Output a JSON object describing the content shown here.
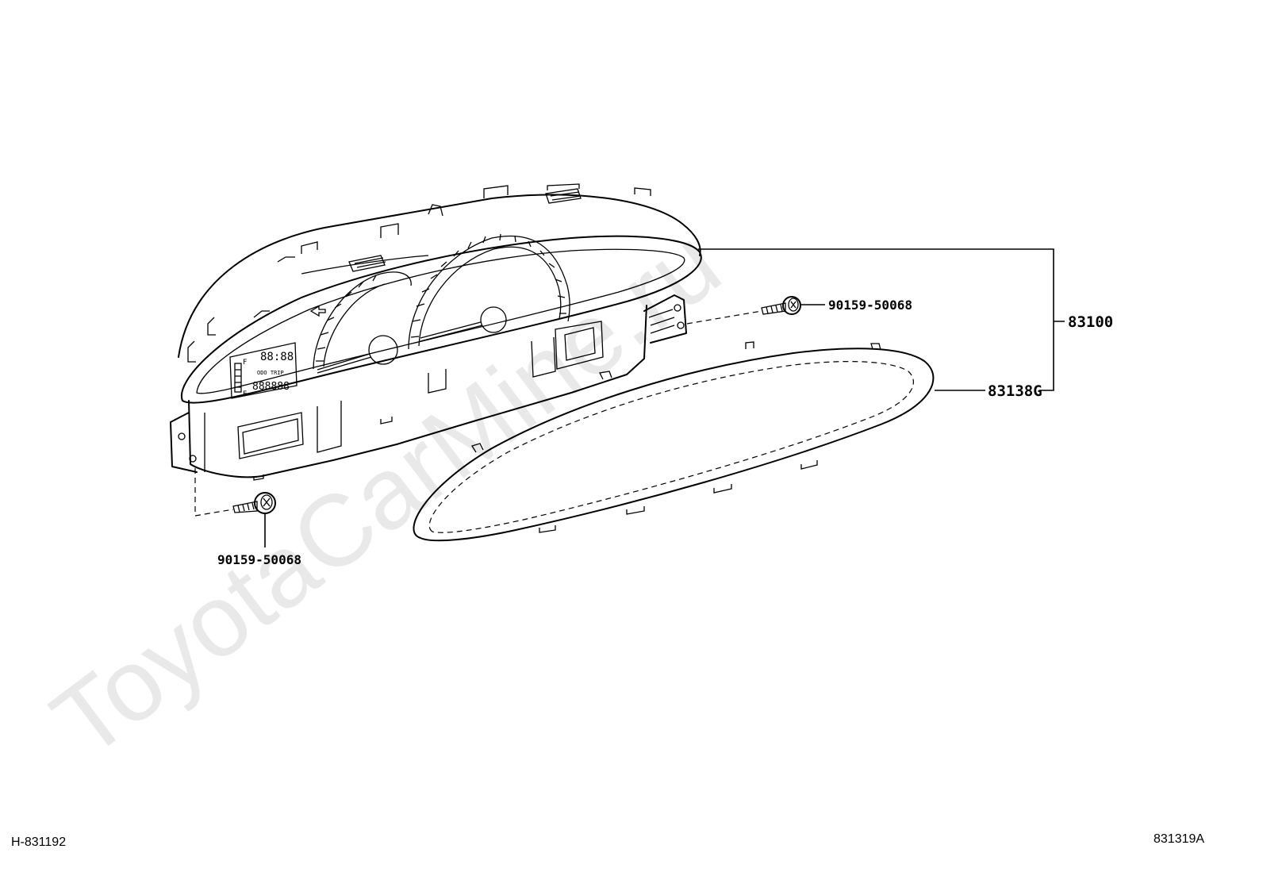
{
  "watermark": "ToyotaCarMine.ru",
  "labels": {
    "bolt_upper": "90159-50068",
    "bolt_lower": "90159-50068",
    "assembly": "83100",
    "glass": "83138G"
  },
  "corner": {
    "left": "H-831192",
    "right": "831319A"
  },
  "display": {
    "fuel_full": "F",
    "fuel_empty": "E",
    "clock": "88:88",
    "odo_trip": "ODO TRIP",
    "odometer": "888888"
  }
}
